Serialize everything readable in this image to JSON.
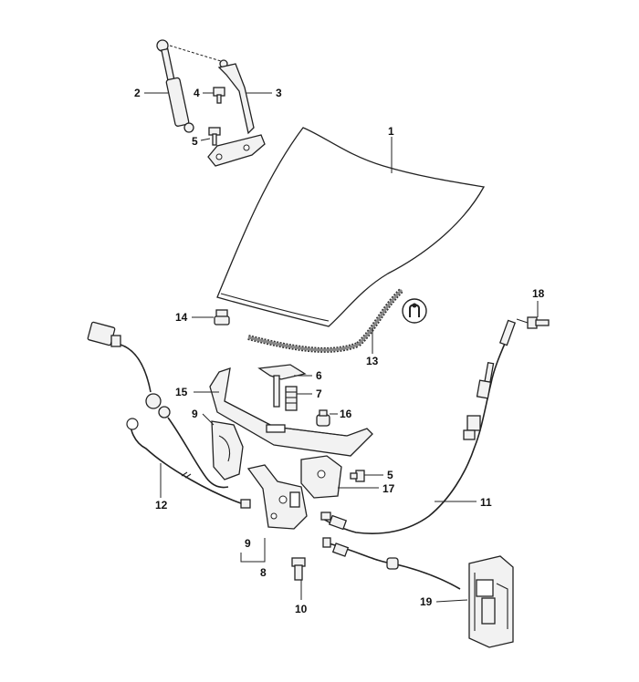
{
  "diagram": {
    "callouts": {
      "c1": "1",
      "c2": "2",
      "c3": "3",
      "c4": "4",
      "c5a": "5",
      "c5b": "5",
      "c6": "6",
      "c7": "7",
      "c8": "8",
      "c9a": "9",
      "c9b": "9",
      "c10": "10",
      "c11": "11",
      "c12": "12",
      "c13": "13",
      "c14": "14",
      "c15": "15",
      "c16": "16",
      "c17": "17",
      "c18": "18",
      "c19": "19"
    }
  }
}
